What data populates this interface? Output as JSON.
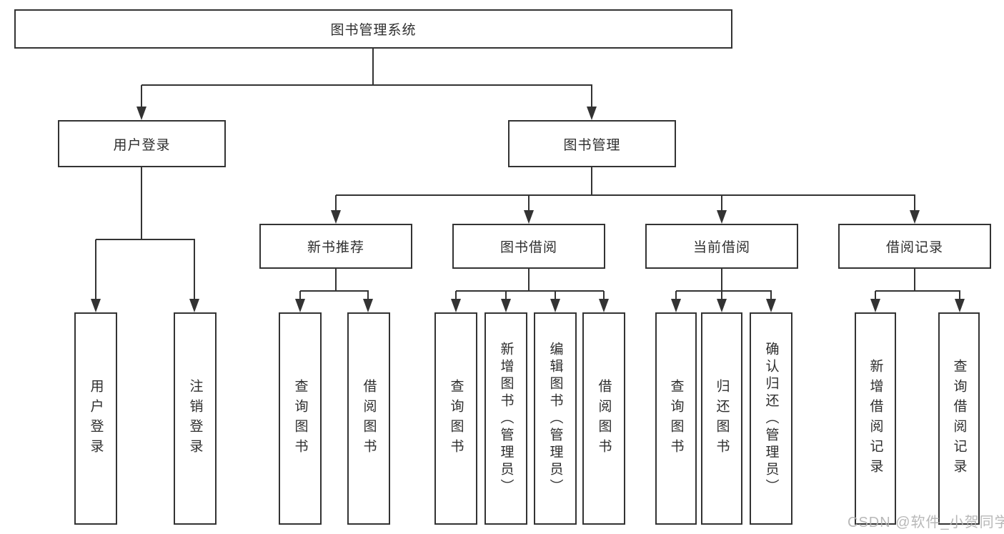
{
  "diagram": {
    "title": "图书管理系统",
    "colors": {
      "line": "#333333",
      "box_background": "#ffffff",
      "watermark": "#b0b0b0"
    },
    "tree": {
      "root": "图书管理系统",
      "level2": [
        "用户登录",
        "图书管理"
      ],
      "level3": [
        "新书推荐",
        "图书借阅",
        "当前借阅",
        "借阅记录"
      ],
      "leaves": {
        "login": [
          "用户登录",
          "注销登录"
        ],
        "recommend": [
          "查询图书",
          "借阅图书"
        ],
        "borrow": [
          "查询图书",
          "新增图书（管理员）",
          "编辑图书（管理员）",
          "借阅图书"
        ],
        "current": [
          "查询图书",
          "归还图书",
          "确认归还（管理员）"
        ],
        "records": [
          "新增借阅记录",
          "查询借阅记录"
        ]
      }
    },
    "watermark": "CSDN @软件_小贺同学"
  }
}
